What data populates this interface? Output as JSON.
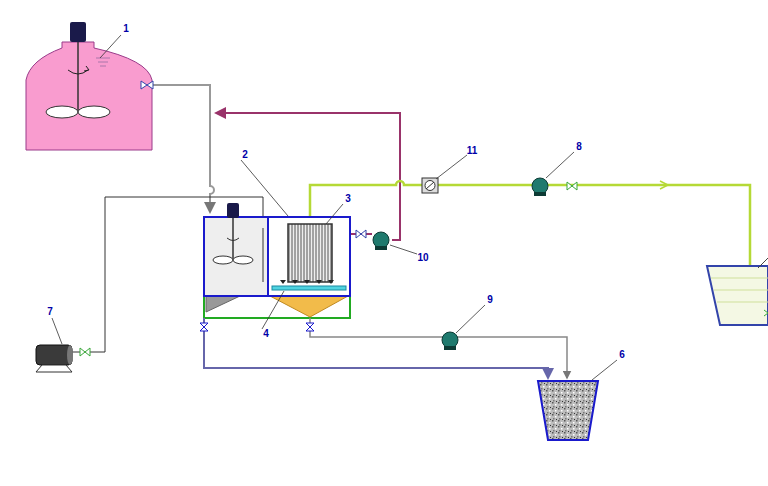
{
  "diagram": {
    "labels": [
      "1",
      "2",
      "3",
      "11",
      "8",
      "10",
      "7",
      "9",
      "4",
      "6"
    ]
  }
}
